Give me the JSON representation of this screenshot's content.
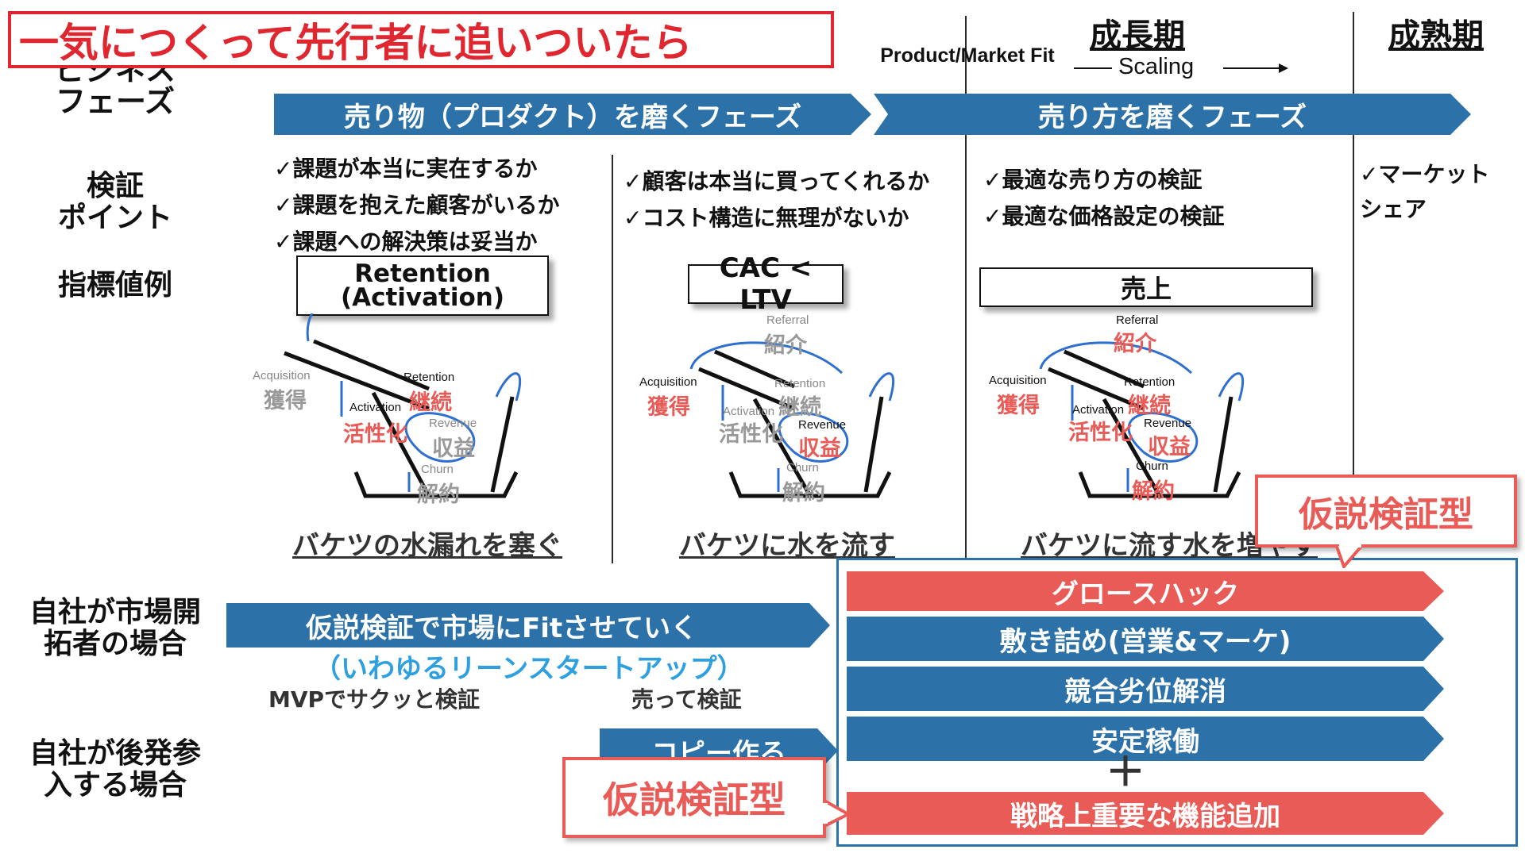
{
  "title_overlay": "一気につくって先行者に追いついたら",
  "phase_header": {
    "label": "ビジネス\nフェーズ",
    "pmf": "Product/Market Fit",
    "growth": "成長期",
    "scaling": "Scaling",
    "mature": "成熟期"
  },
  "phase_banners": {
    "product": "売り物（プロダクト）を磨くフェーズ",
    "selling": "売り方を磨くフェーズ"
  },
  "row_labels": {
    "verify": "検証\nポイント",
    "metric": "指標値例",
    "pioneer": "自社が市場開\n拓者の場合",
    "follower": "自社が後発参\n入する場合"
  },
  "checks": {
    "col1": [
      "✓課題が本当に実在するか",
      "✓課題を抱えた顧客がいるか",
      "✓課題への解決策は妥当か"
    ],
    "col2": [
      "✓顧客は本当に買ってくれるか",
      "✓コスト構造に無理がないか"
    ],
    "col3": [
      "✓最適な売り方の検証",
      "✓最適な価格設定の検証"
    ],
    "col4": [
      "✓マーケット",
      "シェア"
    ]
  },
  "metrics": {
    "col1": "Retention\n(Activation)",
    "col2": "CAC < LTV",
    "col3": "売上"
  },
  "funnel": {
    "acquisition_en": "Acquisition",
    "acquisition_jp": "獲得",
    "activation_en": "Activation",
    "activation_jp": "活性化",
    "retention_en": "Retention",
    "retention_jp": "継続",
    "revenue_en": "Revenue",
    "revenue_jp": "収益",
    "referral_en": "Referral",
    "referral_jp": "紹介",
    "churn_en": "Churn",
    "churn_jp": "解約"
  },
  "captions": {
    "col1": "バケツの水漏れを塞ぐ",
    "col2": "バケツに水を流す",
    "col3": "バケツに流す水を増やす"
  },
  "pioneer": {
    "banner": "仮説検証で市場にFitさせていく",
    "sub": "（いわゆるリーンスタートアップ）",
    "mvp": "MVPでサクッと検証",
    "sell": "売って検証"
  },
  "follower": {
    "copy": "コピー作る"
  },
  "growth_items": [
    {
      "label": "グロースハック",
      "style": "red"
    },
    {
      "label": "敷き詰め(営業&マーケ)",
      "style": "blue"
    },
    {
      "label": "競合劣位解消",
      "style": "blue"
    },
    {
      "label": "安定稼働",
      "style": "blue"
    },
    {
      "label": "戦略上重要な機能追加",
      "style": "red"
    }
  ],
  "plus": "＋",
  "callouts": {
    "top": "仮説検証型",
    "bottom": "仮説検証型"
  },
  "colors": {
    "blue": "#2c72a8",
    "red": "#e85b56",
    "light_blue_text": "#2ea0e0"
  }
}
